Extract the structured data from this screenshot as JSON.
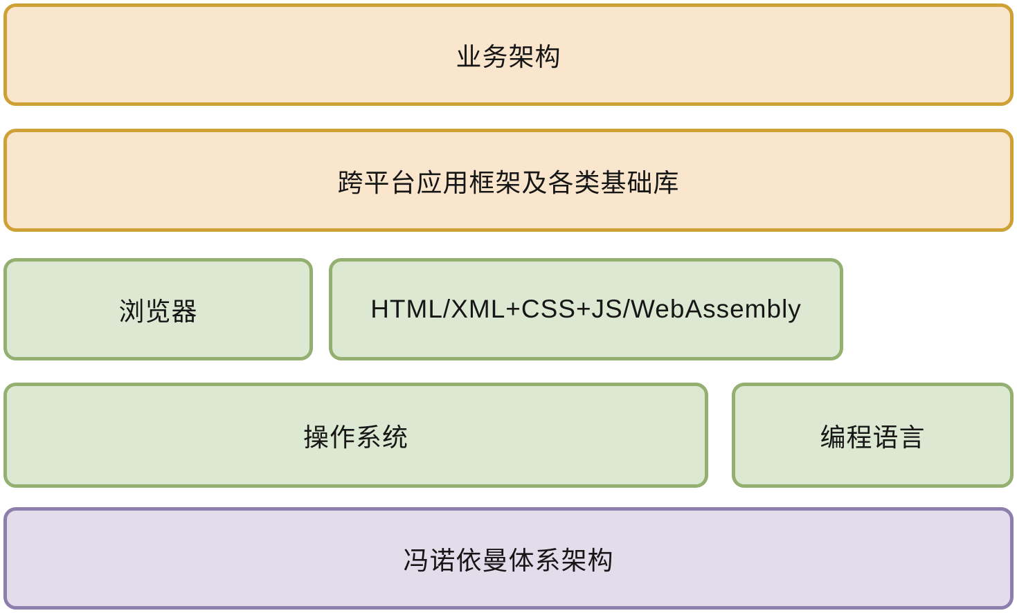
{
  "diagram": {
    "type": "layered-architecture",
    "colors": {
      "background": "#FFFFFF",
      "text": "#161616",
      "orange_fill": "#FAE6CD",
      "orange_border": "#CDA136",
      "green_fill": "#DDE8D2",
      "green_border": "#93B071",
      "purple_fill": "#E2DCEB",
      "purple_border": "#8C7FAE"
    },
    "layers": {
      "business": "业务架构",
      "framework": "跨平台应用框架及各类基础库",
      "browser": "浏览器",
      "web_tech": "HTML/XML+CSS+JS/WebAssembly",
      "os": "操作系统",
      "language": "编程语言",
      "von_neumann": "冯诺依曼体系架构"
    }
  }
}
